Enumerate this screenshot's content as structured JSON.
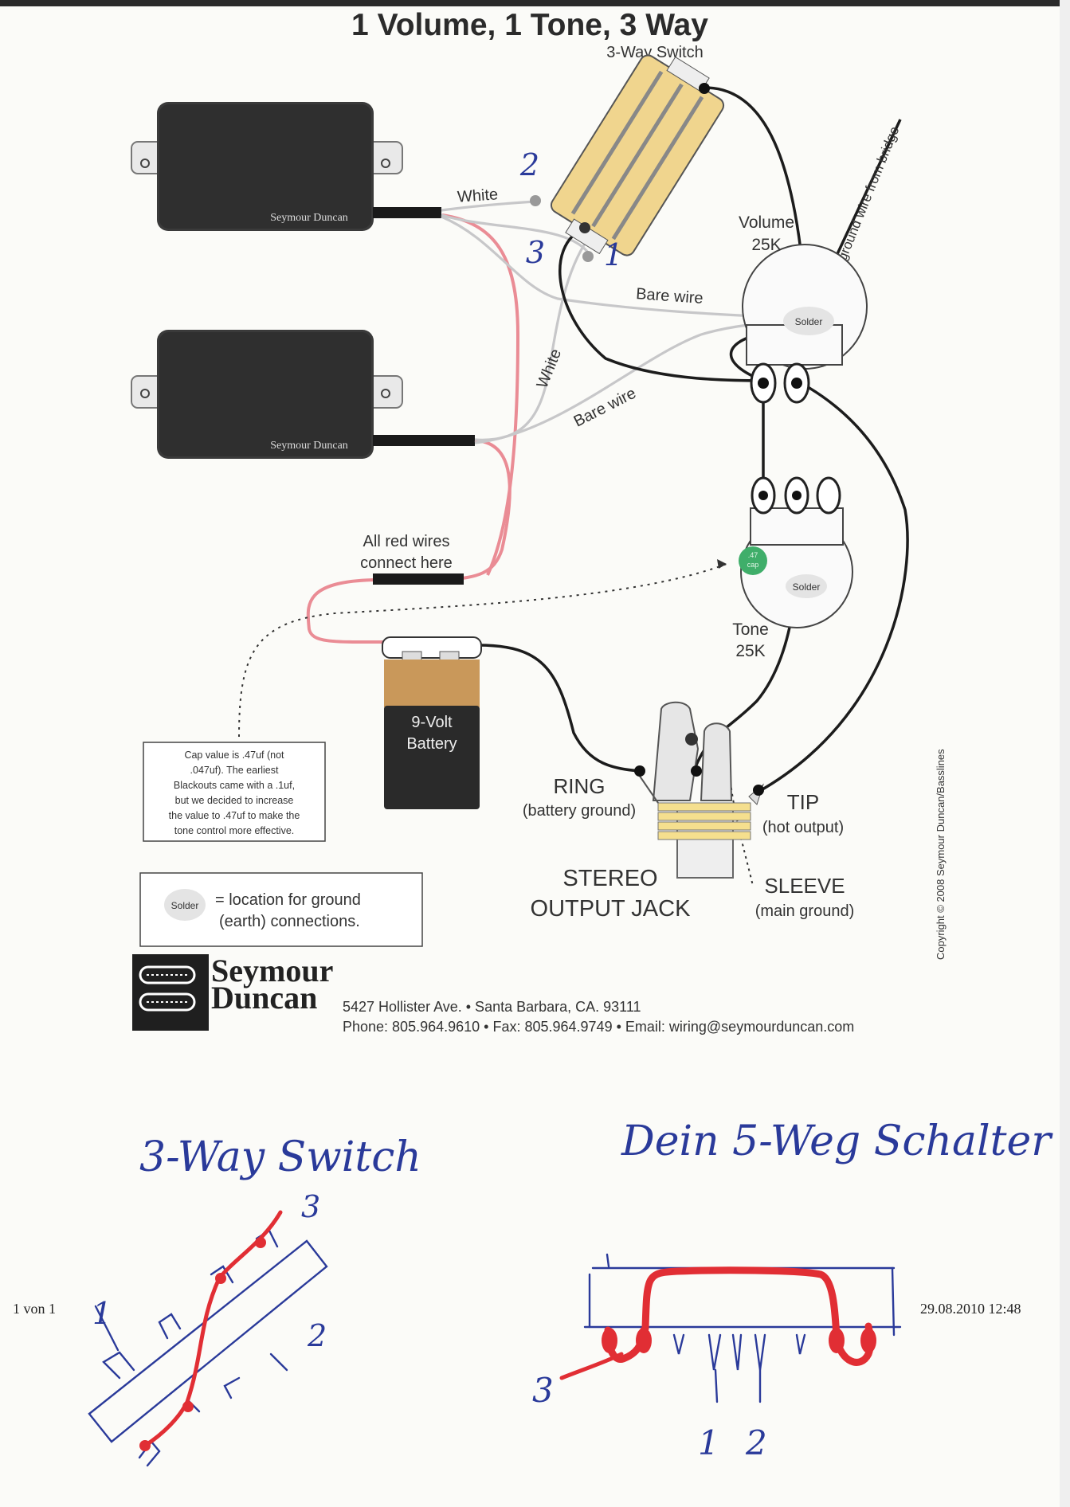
{
  "title": "1 Volume, 1 Tone, 3 Way",
  "switch_label": "3-Way Switch",
  "pickups": [
    {
      "brand": "Seymour Duncan"
    },
    {
      "brand": "Seymour Duncan"
    }
  ],
  "wire_labels": {
    "white_top": "White",
    "white_diag": "White",
    "bare_top": "Bare wire",
    "bare_diag": "Bare wire",
    "ground_bridge": "ground wire from bridge",
    "red_connect_line1": "All red wires",
    "red_connect_line2": "connect here"
  },
  "handwritten_switch_numbers": {
    "two": "2",
    "three": "3",
    "one": "1"
  },
  "volume": {
    "name": "Volume",
    "value": "25K"
  },
  "tone": {
    "name": "Tone",
    "value": "25K"
  },
  "cap": {
    "value_text": ".47",
    "unit_text": "cap"
  },
  "solder_label": "Solder",
  "battery": {
    "line1": "9-Volt",
    "line2": "Battery"
  },
  "cap_note": {
    "lines": [
      "Cap value is .47uf (not",
      ".047uf).  The earliest",
      "Blackouts came with a .1uf,",
      "but we decided to increase",
      "the value to .47uf to make the",
      "tone control more effective."
    ]
  },
  "solder_legend": {
    "badge": "Solder",
    "line1": "= location for ground",
    "line2": "(earth) connections."
  },
  "jack": {
    "ring": "RING",
    "ring_sub": "(battery ground)",
    "tip": "TIP",
    "tip_sub": "(hot output)",
    "name_line1": "STEREO",
    "name_line2": "OUTPUT JACK",
    "sleeve": "SLEEVE",
    "sleeve_sub": "(main ground)"
  },
  "copyright": "Copyright © 2008 Seymour Duncan/Basslines",
  "company": {
    "name_line1": "Seymour",
    "name_line2": "Duncan",
    "address": "5427 Hollister Ave.  •  Santa Barbara, CA.  93111",
    "contact": "Phone: 805.964.9610  •  Fax: 805.964.9749  •  Email: wiring@seymourduncan.com"
  },
  "handwritten": {
    "left_title": "3-Way Switch",
    "right_title": "Dein 5-Weg Schalter",
    "left_numbers": {
      "three": "3",
      "one": "1",
      "two": "2"
    },
    "right_numbers": {
      "three": "3",
      "one": "1",
      "two": "2"
    }
  },
  "print_footer": {
    "page": "1 von 1",
    "datetime": "29.08.2010 12:48"
  },
  "colors": {
    "red_wire": "#ea8c95",
    "pen_blue": "#2a3a9a",
    "pen_red": "#e12e34",
    "cap_green": "#3fae6a"
  }
}
